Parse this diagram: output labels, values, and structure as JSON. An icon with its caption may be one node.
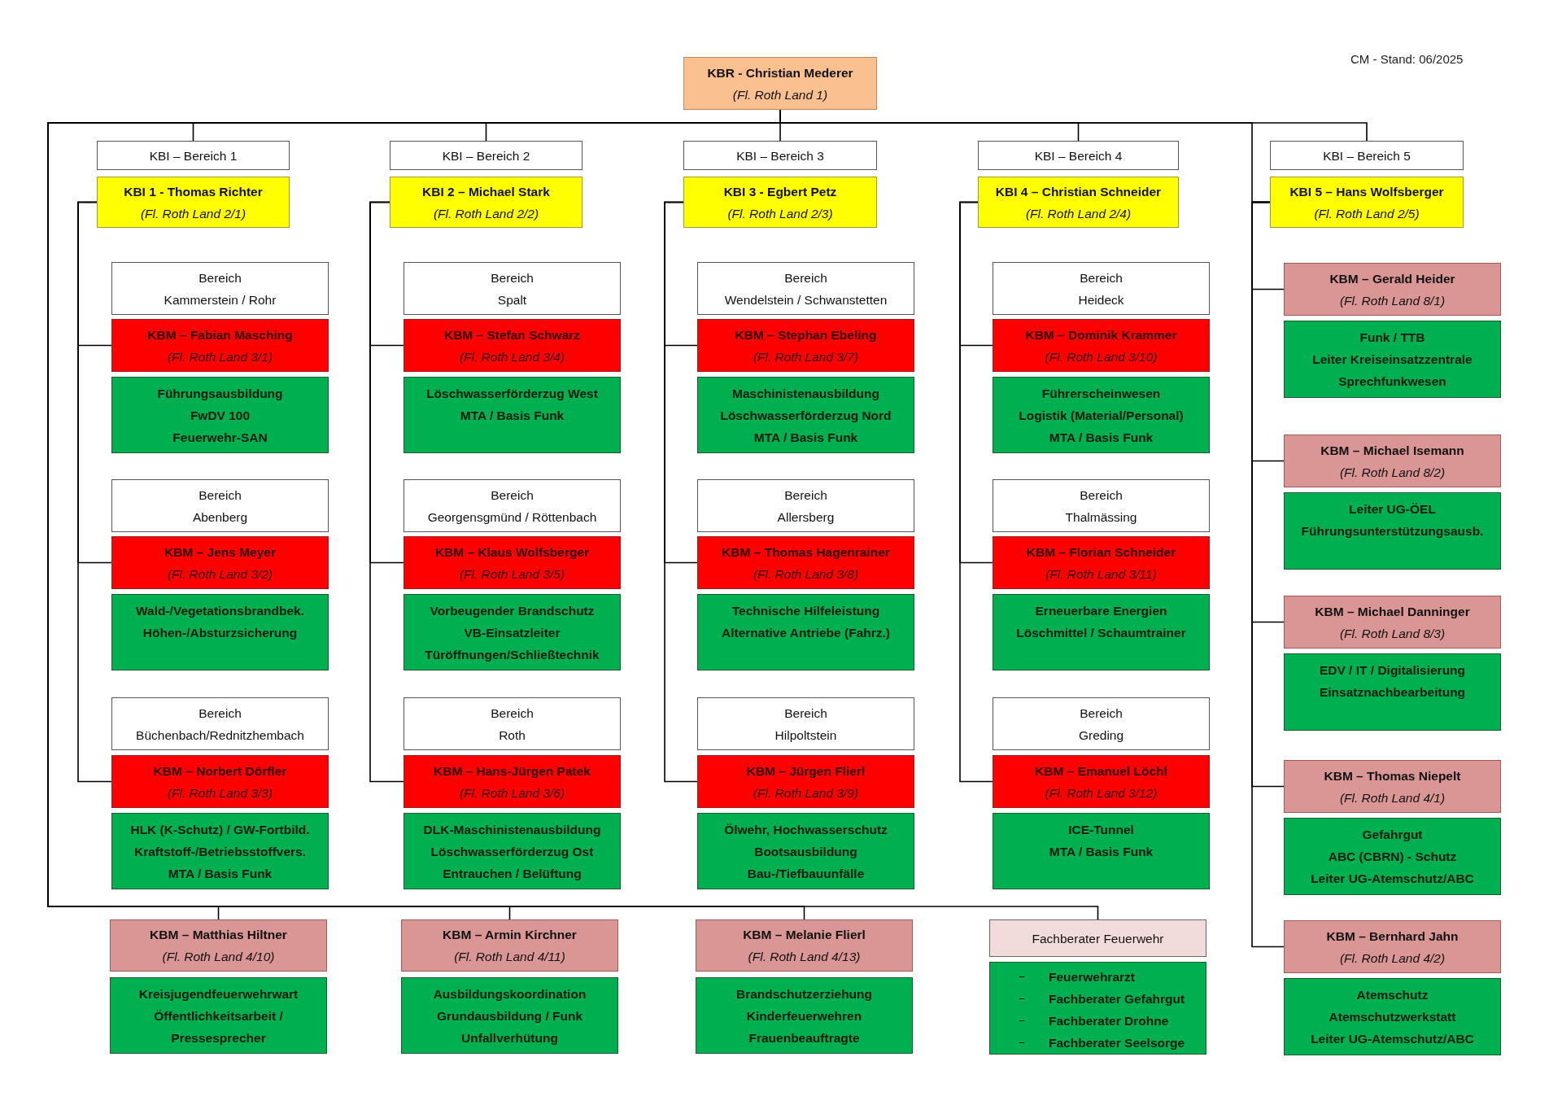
{
  "diagram": {
    "nodes": [
      {
        "text": [
          "KBR - Christian Mederer",
          "(Fl. Roth Land 1)"
        ]
      },
      {
        "text": [
          "KBI – Bereich 1"
        ]
      },
      {
        "text": [
          "KBI – Bereich 2"
        ]
      },
      {
        "text": [
          "KBI – Bereich 3"
        ]
      },
      {
        "text": [
          "KBI – Bereich 4"
        ]
      },
      {
        "text": [
          "KBI – Bereich 5"
        ]
      },
      {
        "text": [
          "KBI 1 - Thomas Richter",
          "(Fl. Roth Land 2/1)"
        ]
      },
      {
        "text": [
          "KBI 2 – Michael Stark",
          "(Fl. Roth Land 2/2)"
        ]
      },
      {
        "text": [
          "KBI 3 - Egbert Petz",
          "(Fl. Roth Land 2/3)"
        ]
      },
      {
        "text": [
          "KBI 4 – Christian Schneider",
          "(Fl. Roth Land 2/4)"
        ]
      },
      {
        "text": [
          "KBI 5 – Hans Wolfsberger",
          "(Fl. Roth Land 2/5)"
        ]
      },
      {
        "text": [
          "Bereich",
          "Kammerstein / Rohr"
        ]
      },
      {
        "text": [
          "KBM – Fabian Masching",
          "(Fl. Roth Land 3/1)"
        ]
      },
      {
        "text": [
          "Führungsausbildung",
          "FwDV 100",
          "Feuerwehr-SAN"
        ]
      },
      {
        "text": [
          "Bereich",
          "Abenberg"
        ]
      },
      {
        "text": [
          "KBM – Jens Meyer",
          "(Fl. Roth Land 3/2)"
        ]
      },
      {
        "text": [
          "Wald-/Vegetationsbrandbek.",
          "Höhen-/Absturzsicherung"
        ]
      },
      {
        "text": [
          "Bereich",
          "Büchenbach/Rednitzhembach"
        ]
      },
      {
        "text": [
          "KBM – Norbert Dörfler",
          "(Fl. Roth Land 3/3)"
        ]
      },
      {
        "text": [
          "HLK (K-Schutz) / GW-Fortbild.",
          "Kraftstoff-/Betriebsstoffvers.",
          "MTA / Basis Funk"
        ]
      },
      {
        "text": [
          "Bereich",
          "Spalt"
        ]
      },
      {
        "text": [
          "KBM – Stefan Schwarz",
          "(Fl. Roth Land 3/4)"
        ]
      },
      {
        "text": [
          "Löschwasserförderzug West",
          "MTA / Basis Funk"
        ]
      },
      {
        "text": [
          "Bereich",
          "Georgensgmünd / Röttenbach"
        ]
      },
      {
        "text": [
          "KBM – Klaus Wolfsberger",
          "(Fl. Roth Land 3/5)"
        ]
      },
      {
        "text": [
          "Vorbeugender Brandschutz",
          "VB-Einsatzleiter",
          "Türöffnungen/Schließtechnik"
        ]
      },
      {
        "text": [
          "Bereich",
          "Roth"
        ]
      },
      {
        "text": [
          "KBM – Hans-Jürgen Patek",
          "(Fl. Roth Land 3/6)"
        ]
      },
      {
        "text": [
          "DLK-Maschinistenausbildung",
          "Löschwasserförderzug Ost",
          "Entrauchen / Belüftung"
        ]
      },
      {
        "text": [
          "Bereich",
          "Wendelstein / Schwanstetten"
        ]
      },
      {
        "text": [
          "KBM – Stephan Ebeling",
          "(Fl. Roth Land 3/7)"
        ]
      },
      {
        "text": [
          "Maschinistenausbildung",
          "Löschwasserförderzug Nord",
          "MTA / Basis Funk"
        ]
      },
      {
        "text": [
          "Bereich",
          "Allersberg"
        ]
      },
      {
        "text": [
          "KBM – Thomas Hagenrainer",
          "(Fl. Roth Land 3/8)"
        ]
      },
      {
        "text": [
          "Technische Hilfeleistung",
          "Alternative Antriebe (Fahrz.)"
        ]
      },
      {
        "text": [
          "Bereich",
          "Hilpoltstein"
        ]
      },
      {
        "text": [
          "KBM – Jürgen Flierl",
          "(Fl. Roth Land 3/9)"
        ]
      },
      {
        "text": [
          "Ölwehr, Hochwasserschutz",
          "Bootsausbildung",
          "Bau-/Tiefbauunfälle"
        ]
      },
      {
        "text": [
          "Bereich",
          "Heideck"
        ]
      },
      {
        "text": [
          "KBM – Dominik Krammer",
          "(Fl. Roth Land 3/10)"
        ]
      },
      {
        "text": [
          "Führerscheinwesen",
          "Logistik (Material/Personal)",
          "MTA / Basis Funk"
        ]
      },
      {
        "text": [
          "Bereich",
          "Thalmässing"
        ]
      },
      {
        "text": [
          "KBM – Florian Schneider",
          "(Fl. Roth Land 3/11)"
        ]
      },
      {
        "text": [
          "Erneuerbare Energien",
          "Löschmittel / Schaumtrainer"
        ]
      },
      {
        "text": [
          "Bereich",
          "Greding"
        ]
      },
      {
        "text": [
          "KBM – Emanuel Löchl",
          "(Fl. Roth Land 3/12)"
        ]
      },
      {
        "text": [
          "ICE-Tunnel",
          "MTA / Basis Funk"
        ]
      },
      {
        "text": [
          "KBM – Gerald Heider",
          "(Fl. Roth Land 8/1)"
        ]
      },
      {
        "text": [
          "Funk / TTB",
          "Leiter Kreiseinsatzzentrale",
          "Sprechfunkwesen"
        ]
      },
      {
        "text": [
          "KBM – Michael Isemann",
          "(Fl. Roth Land 8/2)"
        ]
      },
      {
        "text": [
          "Leiter UG-ÖEL",
          "Führungsunterstützungsausb."
        ]
      },
      {
        "text": [
          "KBM – Michael Danninger",
          "(Fl. Roth Land 8/3)"
        ]
      },
      {
        "text": [
          "EDV / IT / Digitalisierung",
          "Einsatznachbearbeitung"
        ]
      },
      {
        "text": [
          "KBM – Thomas Niepelt",
          "(Fl. Roth Land 4/1)"
        ]
      },
      {
        "text": [
          "Gefahrgut",
          "ABC (CBRN) - Schutz",
          "Leiter UG-Atemschutz/ABC"
        ]
      },
      {
        "text": [
          "KBM – Bernhard Jahn",
          "(Fl. Roth Land 4/2)"
        ]
      },
      {
        "text": [
          "Atemschutz",
          "Atemschutzwerkstatt",
          "Leiter UG-Atemschutz/ABC"
        ]
      },
      {
        "text": [
          "KBM – Matthias Hiltner",
          "(Fl. Roth Land 4/10)"
        ]
      },
      {
        "text": [
          "Kreisjugendfeuerwehrwart",
          "Öffentlichkeitsarbeit /",
          "Pressesprecher"
        ]
      },
      {
        "text": [
          "KBM – Armin Kirchner",
          "(Fl. Roth Land 4/11)"
        ]
      },
      {
        "text": [
          "Ausbildungskoordination",
          "Grundausbildung / Funk",
          "Unfallverhütung"
        ]
      },
      {
        "text": [
          "KBM – Melanie Flierl",
          "(Fl. Roth Land 4/13)"
        ]
      },
      {
        "text": [
          "Brandschutzerziehung",
          "Kinderfeuerwehren",
          "Frauenbeauftragte"
        ]
      },
      {
        "text": [
          "Fachberater Feuerwehr"
        ]
      },
      {
        "text": [
          "Feuerwehrarzt",
          "Fachberater Gefahrgut",
          "Fachberater Drohne",
          "Fachberater Seelsorge"
        ]
      }
    ],
    "edges": [
      {
        "from": 0,
        "to": 1,
        "arrow": "none"
      },
      {
        "from": 0,
        "to": 2,
        "arrow": "none"
      },
      {
        "from": 0,
        "to": 3,
        "arrow": "none"
      },
      {
        "from": 0,
        "to": 4,
        "arrow": "none"
      },
      {
        "from": 0,
        "to": 5,
        "arrow": "none"
      },
      {
        "from": 0,
        "to": 10,
        "arrow": "none"
      },
      {
        "from": 6,
        "to": 12,
        "arrow": "none"
      },
      {
        "from": 6,
        "to": 15,
        "arrow": "none"
      },
      {
        "from": 6,
        "to": 18,
        "arrow": "none"
      },
      {
        "from": 7,
        "to": 21,
        "arrow": "none"
      },
      {
        "from": 7,
        "to": 24,
        "arrow": "none"
      },
      {
        "from": 7,
        "to": 27,
        "arrow": "none"
      },
      {
        "from": 8,
        "to": 30,
        "arrow": "none"
      },
      {
        "from": 8,
        "to": 33,
        "arrow": "none"
      },
      {
        "from": 8,
        "to": 36,
        "arrow": "none"
      },
      {
        "from": 9,
        "to": 39,
        "arrow": "none"
      },
      {
        "from": 9,
        "to": 42,
        "arrow": "none"
      },
      {
        "from": 9,
        "to": 45,
        "arrow": "none"
      },
      {
        "from": 10,
        "to": 47,
        "arrow": "none"
      },
      {
        "from": 10,
        "to": 49,
        "arrow": "none"
      },
      {
        "from": 10,
        "to": 51,
        "arrow": "none"
      },
      {
        "from": 10,
        "to": 53,
        "arrow": "none"
      },
      {
        "from": 10,
        "to": 55,
        "arrow": "none"
      },
      {
        "from": 0,
        "to": 57,
        "arrow": "none"
      },
      {
        "from": 0,
        "to": 59,
        "arrow": "none"
      },
      {
        "from": 0,
        "to": 61,
        "arrow": "none"
      },
      {
        "from": 0,
        "to": 63,
        "arrow": "none"
      }
    ],
    "labels": [
      "CM - Stand: 06/2025"
    ]
  }
}
